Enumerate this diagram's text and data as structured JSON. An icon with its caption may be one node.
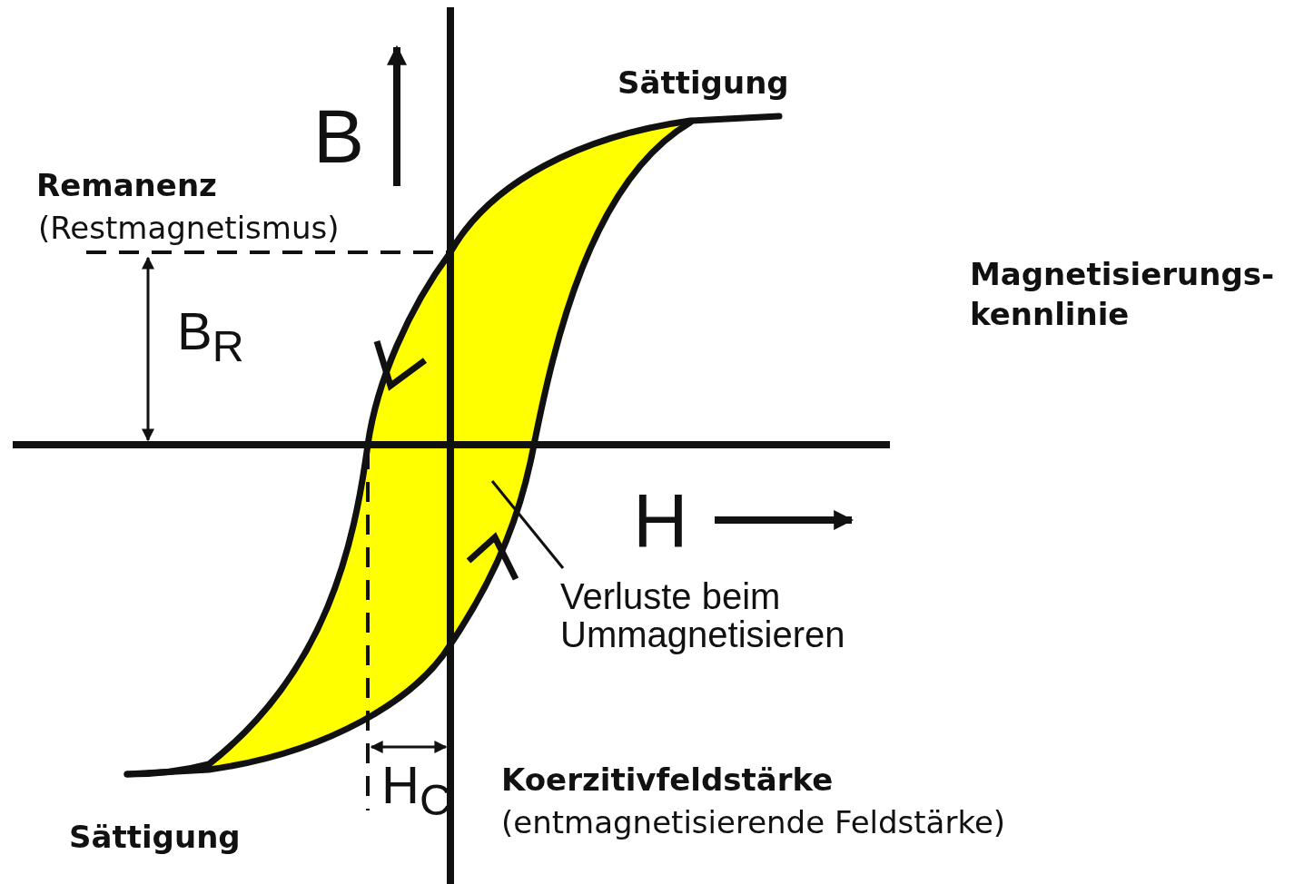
{
  "diagram": {
    "nodes": [
      {
        "text": [
          "Verluste beim Ummagnetisieren"
        ]
      },
      {
        "text": [],
        "shape": "picture"
      }
    ],
    "edges": [
      {
        "from": 0,
        "to": 1,
        "arrow": "none"
      }
    ],
    "labels": [
      "Sättigung",
      "B",
      "Remanenz",
      "(Restmagnetismus)",
      "Magnetisierungs-kennlinie",
      "B$_{R}$",
      "H",
      "Koerzitivfeldstärke",
      "(entmagnetisierende Feldstärke)",
      "H$_{C}$",
      "Sättigung"
    ]
  }
}
